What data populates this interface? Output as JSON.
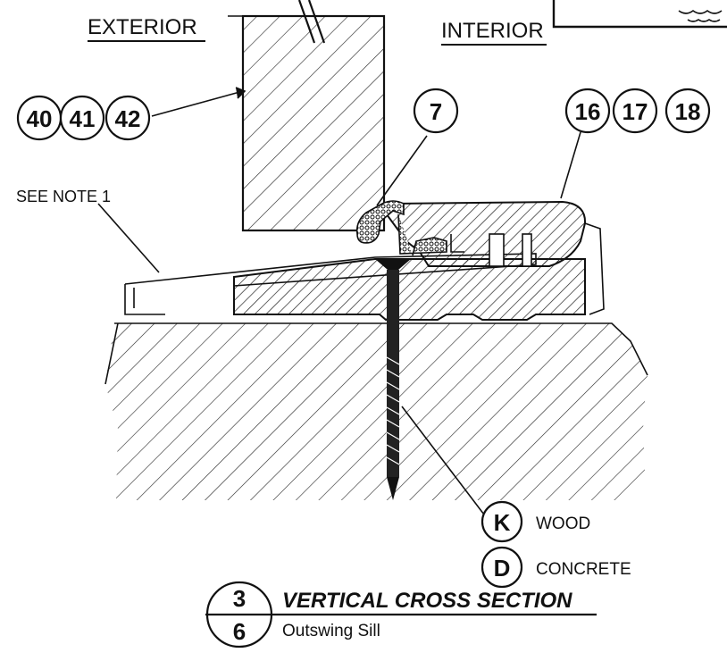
{
  "labels": {
    "exterior": "EXTERIOR",
    "interior": "INTERIOR",
    "see_note": "SEE NOTE 1",
    "wood": "WOOD",
    "concrete": "CONCRETE"
  },
  "callouts": {
    "jamb": [
      "40",
      "41",
      "42"
    ],
    "weatherstrip": "7",
    "threshold": [
      "16",
      "17",
      "18"
    ],
    "fastener_wood": "K",
    "fastener_concrete": "D"
  },
  "section": {
    "number": "3",
    "sheet": "6",
    "title": "VERTICAL CROSS SECTION",
    "subtitle": "Outswing Sill"
  }
}
